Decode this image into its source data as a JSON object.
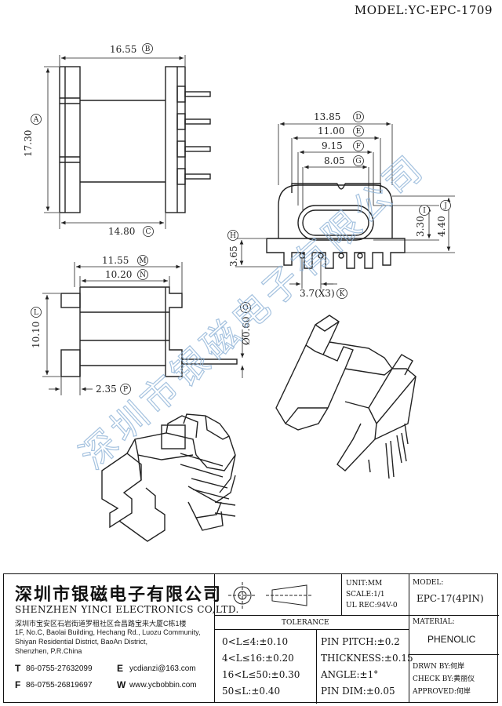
{
  "header": {
    "model": "MODEL:YC-EPC-1709"
  },
  "dimensions": {
    "top_width": "16.55",
    "top_width_tag": "B",
    "top_height": "17.30",
    "top_height_tag": "A",
    "top_bottom": "14.80",
    "top_bottom_tag": "C",
    "side_d": "13.85",
    "side_d_tag": "D",
    "side_e": "11.00",
    "side_e_tag": "E",
    "side_f": "9.15",
    "side_f_tag": "F",
    "side_g": "8.05",
    "side_g_tag": "G",
    "side_h": "3.65",
    "side_h_tag": "H",
    "side_i": "3.30",
    "side_i_tag": "I",
    "side_j": "4.40",
    "side_j_tag": "J",
    "side_k": "3.7(X3)",
    "side_k_tag": "K",
    "front_m": "11.55",
    "front_m_tag": "M",
    "front_n": "10.20",
    "front_n_tag": "N",
    "front_l": "10.10",
    "front_l_tag": "L",
    "front_o": "Ø0.60",
    "front_o_tag": "O",
    "front_p": "2.35",
    "front_p_tag": "P"
  },
  "watermark": "深圳市银磁电子有限公司",
  "title_block": {
    "company_cn": "深圳市银磁电子有限公司",
    "company_en": "SHENZHEN YINCI ELECTRONICS CO,LTD.",
    "address_cn": "深圳市宝安区石岩街道罗租社区合昌路宝来大厦C栋1楼",
    "address_en_1": "1F, No.C, Baolai Building, Hechang Rd., Luozu Community,",
    "address_en_2": "Shiyan Residential District, BaoAn District,",
    "address_en_3": "Shenzhen, P.R.China",
    "tel_key": "T",
    "tel": "86-0755-27632099",
    "fax_key": "F",
    "fax": "86-0755-26819697",
    "email_key": "E",
    "email": "ycdianzi@163.com",
    "web_key": "W",
    "web": "www.ycbobbin.com",
    "unit": "UNIT:MM",
    "scale": "SCALE:1/1",
    "ul": "UL REC:94V-0",
    "model_label": "MODEL:",
    "model_value": "EPC-17(4PIN)",
    "material_label": "MATERIAL:",
    "material_value": "PHENOLIC",
    "tolerance_title": "TOLERANCE",
    "tol_1": "0<L≤4:±0.10",
    "tol_2": "4<L≤16:±0.20",
    "tol_3": "16<L≤50:±0.30",
    "tol_4": "50≤L:±0.40",
    "tol_5": "PIN PITCH:±0.2",
    "tol_6": "THICKNESS:±0.15",
    "tol_7": "ANGLE:±1°",
    "tol_8": "PIN DIM:±0.05",
    "drawn": "DRWN BY:何岸",
    "check": "CHECK BY:黄丽仪",
    "approved": "APPROVED:何岸"
  }
}
